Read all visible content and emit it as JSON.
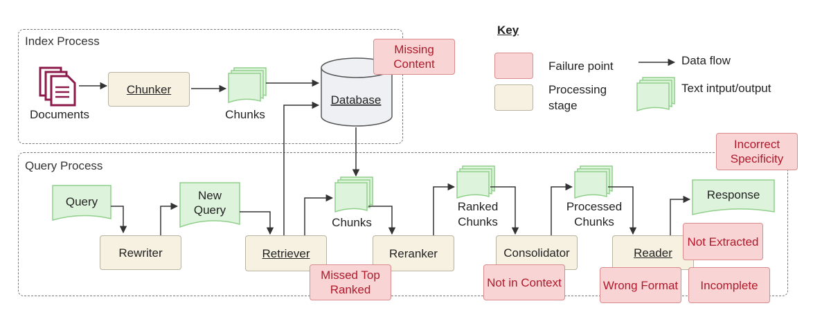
{
  "index_process": {
    "title": "Index Process",
    "documents_label": "Documents",
    "chunker": "Chunker",
    "chunks_label": "Chunks",
    "database": "Database",
    "missing_content": "Missing Content"
  },
  "query_process": {
    "title": "Query Process",
    "query": "Query",
    "new_query": "New Query",
    "rewriter": "Rewriter",
    "retriever": "Retriever",
    "chunks_label": "Chunks",
    "reranker": "Reranker",
    "ranked_chunks": "Ranked Chunks",
    "consolidator": "Consolidator",
    "processed_chunks": "Processed Chunks",
    "reader": "Reader",
    "response": "Response"
  },
  "failure_points": {
    "missed_top_ranked": "Missed Top Ranked",
    "not_in_context": "Not in Context",
    "wrong_format": "Wrong Format",
    "not_extracted": "Not Extracted",
    "incomplete": "Incomplete",
    "incorrect_specificity": "Incorrect Specificity"
  },
  "key": {
    "title": "Key",
    "failure_point": "Failure point",
    "processing_stage": "Processing stage",
    "data_flow": "Data flow",
    "text_io": "Text intput/output"
  },
  "colors": {
    "failure_fill": "#f9d4d4",
    "failure_text": "#b0192b",
    "stage_fill": "#f6f1e1",
    "text_io_fill": "#def3dc",
    "documents_icon": "#8b1a4a"
  }
}
